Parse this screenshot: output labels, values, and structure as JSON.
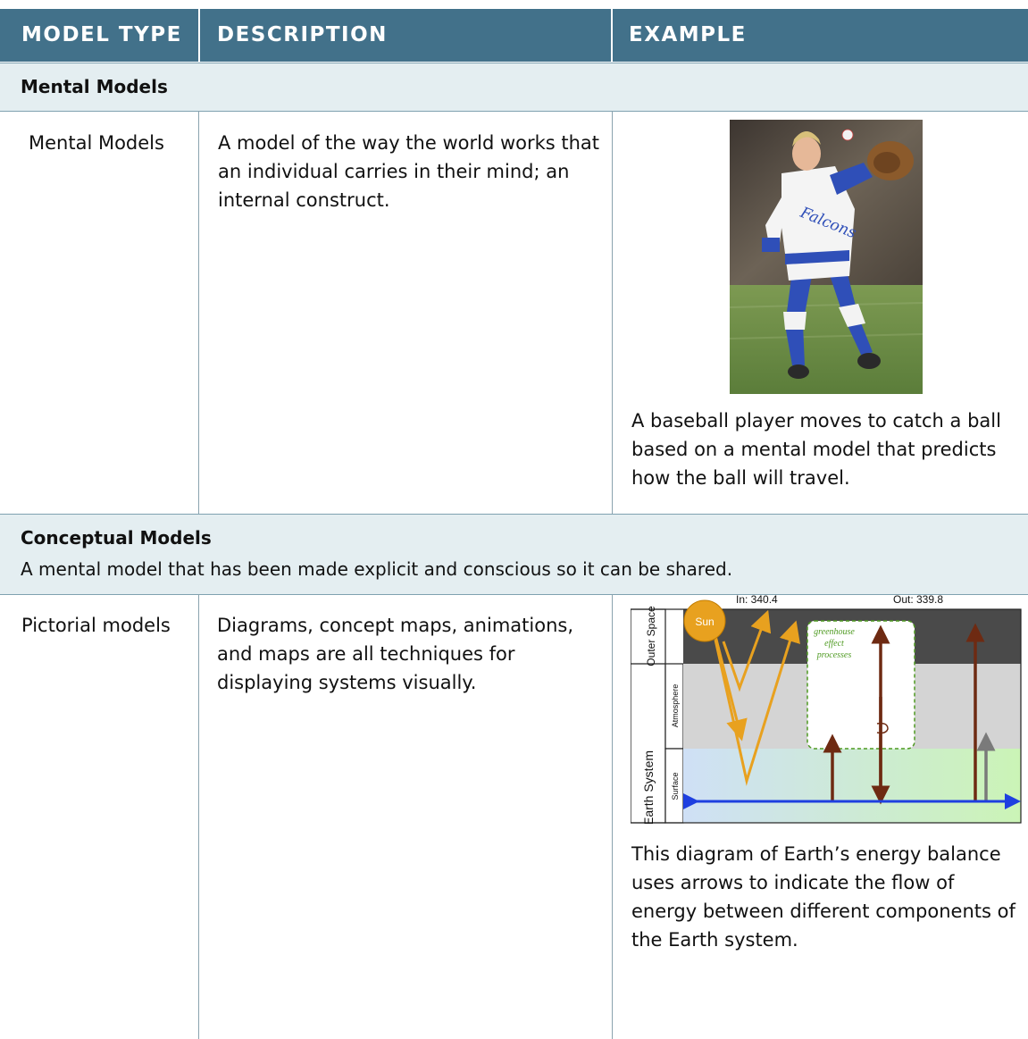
{
  "header": {
    "col_model_type": "MODEL TYPE",
    "col_description": "DESCRIPTION",
    "col_example": "EXAMPLE"
  },
  "sections": {
    "mental": {
      "title": "Mental Models",
      "row": {
        "model_type": "Mental Models",
        "description": "A model of the way the world works that an individual carries in their mind; an internal construct.",
        "example_caption": "A baseball player moves to catch a ball based on a mental model that predicts how the ball will travel.",
        "photo_jersey_text": "Falcons"
      }
    },
    "conceptual": {
      "title": "Conceptual Models",
      "subtitle": "A mental model that has been made explicit and conscious so it can be shared.",
      "row": {
        "model_type": "Pictorial models",
        "description": "Diagrams, concept maps, animations, and maps are all techniques for displaying systems visually.",
        "example_caption": "This diagram of Earth’s energy balance uses arrows to indicate the flow of energy between different components of the Earth system."
      }
    }
  },
  "diagram": {
    "sun_label": "Sun",
    "in_label": "In: 340.4",
    "out_label": "Out: 339.8",
    "outer_space_label": "Outer Space",
    "earth_system_label": "Earth System",
    "atmosphere_label": "Atmosphere",
    "surface_label": "Surface",
    "greenhouse_line1": "greenhouse",
    "greenhouse_line2": "effect",
    "greenhouse_line3": "processes",
    "colors": {
      "sun": "#e8a11f",
      "outer_space": "#4a4a4a",
      "atmosphere": "#d4d4d4",
      "longwave": "#6e2a12",
      "surface_line": "#1e3fe0",
      "greenhouse_text": "#4e9a21"
    }
  },
  "colors": {
    "header_bg": "#42718a",
    "band_bg": "#e4eef1"
  }
}
